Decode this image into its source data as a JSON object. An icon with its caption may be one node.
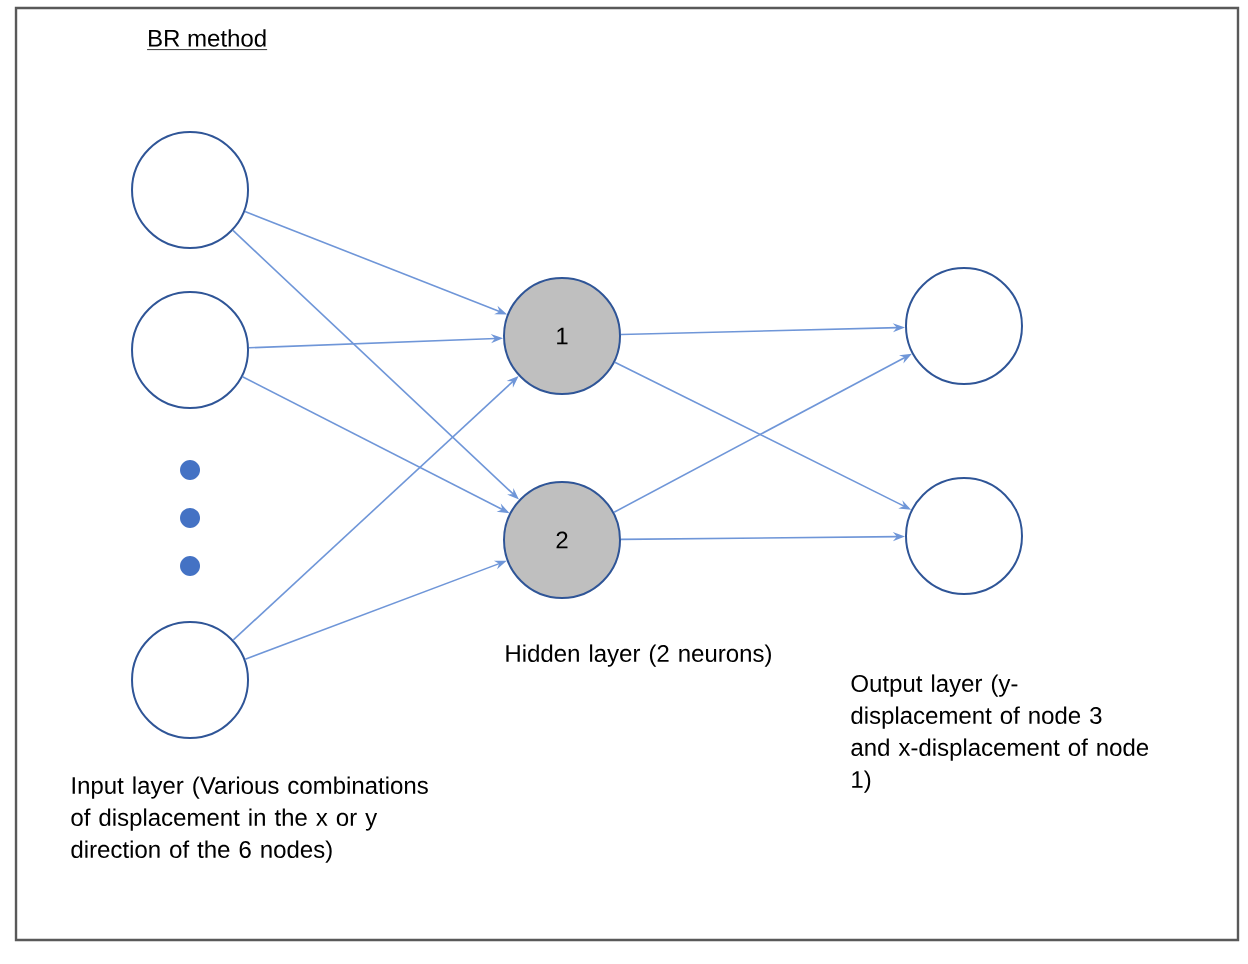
{
  "diagram": {
    "title": "BR method",
    "nodes": [
      {
        "text": [],
        "shape": "circle"
      },
      {
        "text": [],
        "shape": "circle"
      },
      {
        "text": [],
        "shape": "circle"
      },
      {
        "text": [
          "1"
        ]
      },
      {
        "text": [
          "2"
        ]
      },
      {
        "text": [],
        "shape": "circle"
      },
      {
        "text": [],
        "shape": "circle"
      }
    ],
    "edges": [
      {
        "from": 0,
        "to": 3,
        "arrow": "to"
      },
      {
        "from": 0,
        "to": 4,
        "arrow": "to"
      },
      {
        "from": 1,
        "to": 3,
        "arrow": "to"
      },
      {
        "from": 1,
        "to": 4,
        "arrow": "to"
      },
      {
        "from": 2,
        "to": 3,
        "arrow": "to"
      },
      {
        "from": 2,
        "to": 4,
        "arrow": "to"
      },
      {
        "from": 3,
        "to": 5,
        "arrow": "to"
      },
      {
        "from": 3,
        "to": 6,
        "arrow": "to"
      },
      {
        "from": 4,
        "to": 5,
        "arrow": "to"
      },
      {
        "from": 4,
        "to": 6,
        "arrow": "to"
      }
    ],
    "labels": [
      "Input layer (Various combinations of displacement in the x or y direction of the 6 nodes)",
      "Hidden layer (2 neurons)",
      "Output layer (y-displacement of node 3 and x-displacement of node 1)"
    ]
  }
}
